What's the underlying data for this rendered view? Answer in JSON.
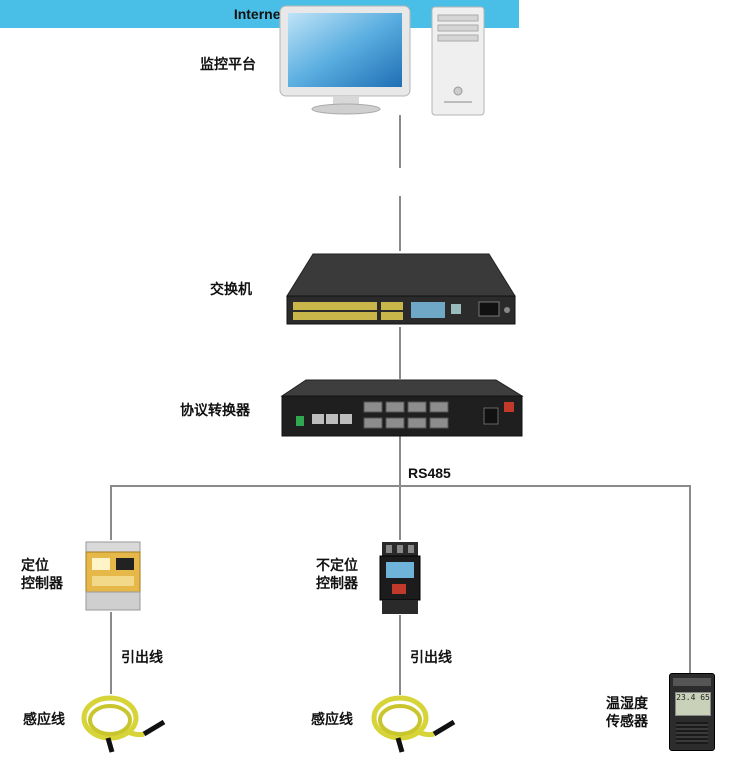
{
  "nodes": {
    "platform": "监控平台",
    "internet": "Internet",
    "switch": "交换机",
    "converter": "协议转换器",
    "bus": "RS485",
    "fixed_controller": [
      "定位",
      "控制器"
    ],
    "nonfixed_controller": [
      "不定位",
      "控制器"
    ],
    "lead_wire_left": "引出线",
    "lead_wire_right": "引出线",
    "sensing_cable_left": "感应线",
    "sensing_cable_right": "感应线",
    "th_sensor": [
      "温湿度",
      "传感器"
    ],
    "th_display": "23.4 65"
  },
  "colors": {
    "internet_bar": "#49bfe8",
    "connector": "#8a8a8a",
    "cable": "#d7d43a"
  }
}
